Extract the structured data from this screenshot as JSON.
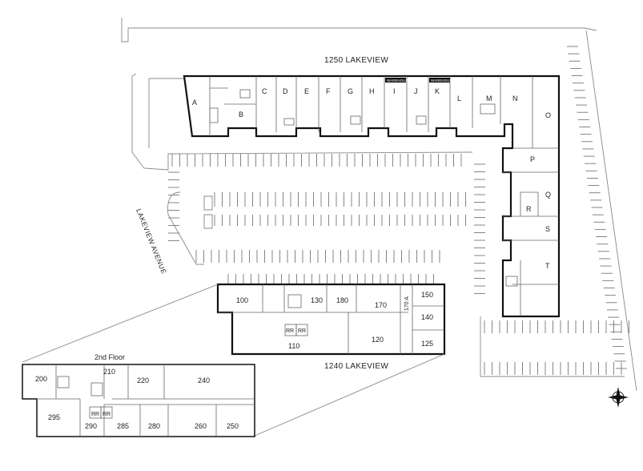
{
  "buildings": {
    "north": {
      "name": "1250 LAKEVIEW"
    },
    "south": {
      "name": "1240 LAKEVIEW"
    }
  },
  "street": {
    "name": "LAKEVIEW AVENUE"
  },
  "second_floor": {
    "title": "2nd Floor"
  },
  "units_1250": {
    "a": "A",
    "b": "B",
    "c": "C",
    "d": "D",
    "e": "E",
    "f": "F",
    "g": "G",
    "h": "H",
    "i": "I",
    "j": "J",
    "k": "K",
    "l": "L",
    "m": "M",
    "n": "N",
    "o": "O",
    "p": "P",
    "q": "Q",
    "r": "R",
    "s": "S",
    "t": "T"
  },
  "warehouse_tags": {
    "i": "WAREHOUSE",
    "k": "WAREHOUSE"
  },
  "units_1240": {
    "u100": "100",
    "u130": "130",
    "u180": "180",
    "u170": "170",
    "u170a": "170 A",
    "u150": "150",
    "u140": "140",
    "u125": "125",
    "u120": "120",
    "u110": "110",
    "rr": "RR"
  },
  "units_2nd": {
    "u200": "200",
    "u210": "210",
    "u220": "220",
    "u240": "240",
    "u295": "295",
    "u290": "290",
    "u285": "285",
    "u280": "280",
    "u260": "260",
    "u250": "250",
    "rr": "RR"
  },
  "icons": {
    "compass": "compass-rose-icon"
  }
}
